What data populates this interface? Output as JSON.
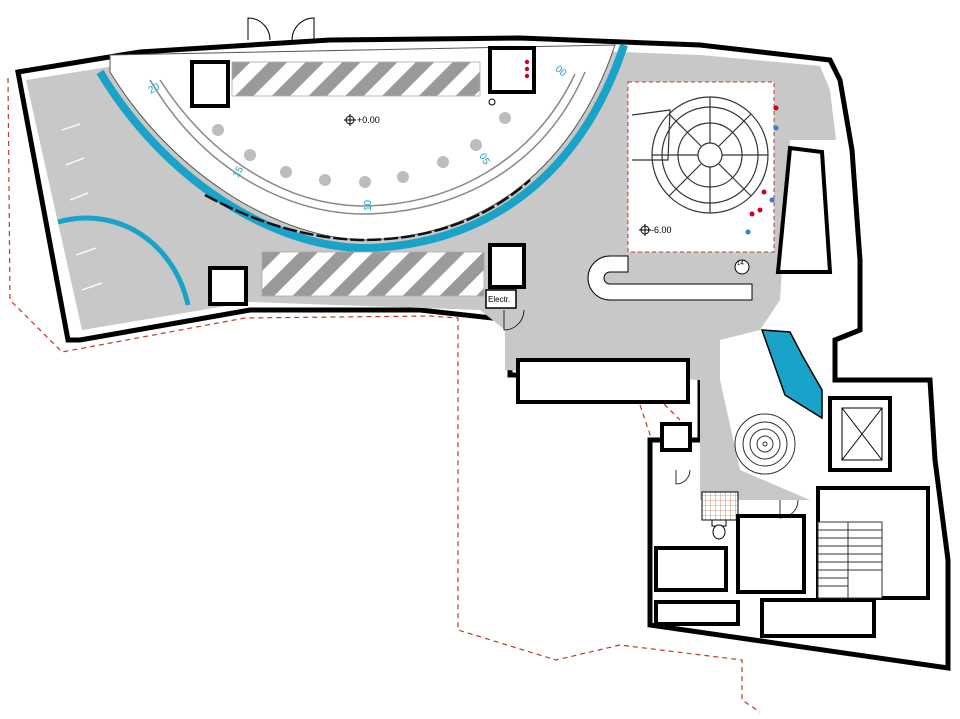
{
  "drawing": {
    "level_top": "+0.00",
    "level_lower": "-6.00",
    "room_label": "Electr.",
    "stair_tag": "14"
  },
  "ramp_ticks": [
    {
      "label": "20"
    },
    {
      "label": "15"
    },
    {
      "label": "10"
    },
    {
      "label": "05"
    },
    {
      "label": "00"
    }
  ],
  "colors": {
    "floor": "#c8c8c8",
    "wall": "#000000",
    "accent": "#1aa3c8",
    "boundary": "#c0392b",
    "hatch": "#9a9a9a",
    "dot_red": "#d0021b",
    "dot_blue": "#2a7fd4"
  },
  "icons": {
    "level_marker": "crosshair-level-icon",
    "spiral_stair": "spiral-stair-icon",
    "fountain": "concentric-circles-icon",
    "toilet": "toilet-icon",
    "door_swing": "door-swing-icon"
  }
}
